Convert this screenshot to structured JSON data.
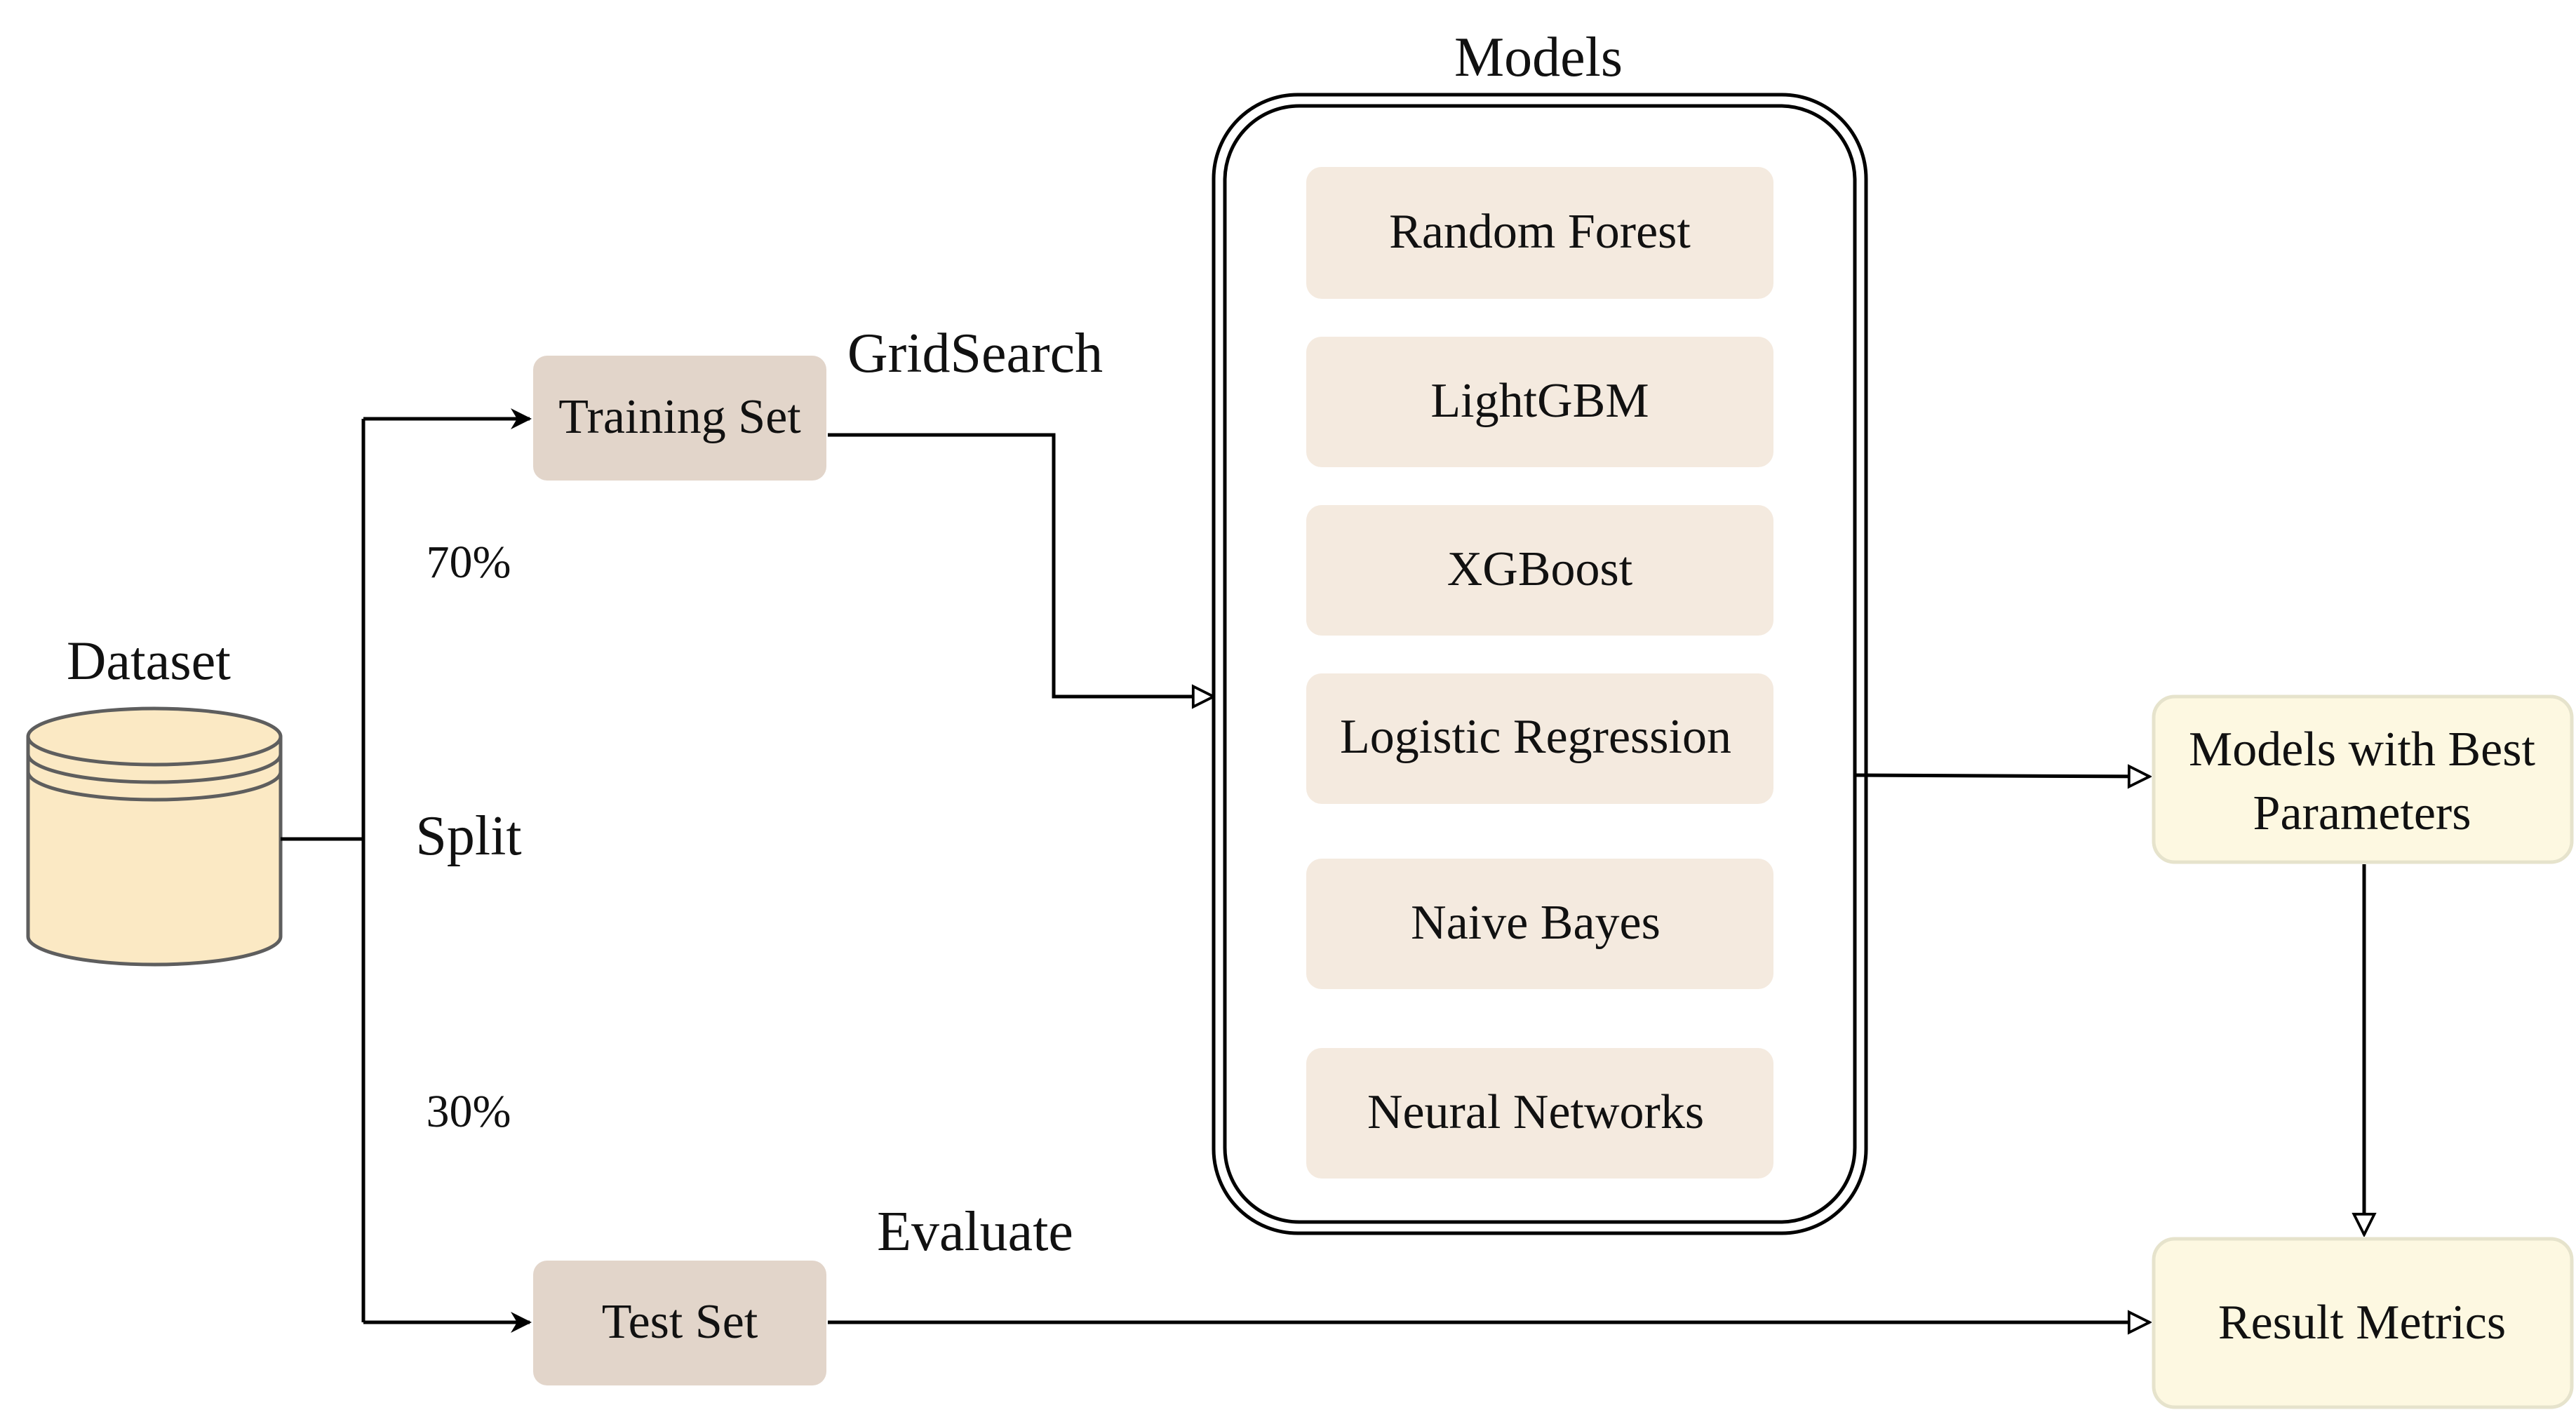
{
  "labels": {
    "dataset": "Dataset",
    "split": "Split",
    "pct_train": "70%",
    "pct_test": "30%",
    "gridsearch": "GridSearch",
    "evaluate": "Evaluate",
    "models_title": "Models"
  },
  "nodes": {
    "training_set": "Training Set",
    "test_set": "Test Set",
    "best_params_line1": "Models with Best",
    "best_params_line2": "Parameters",
    "result_metrics": "Result Metrics"
  },
  "models": [
    "Random Forest",
    "LightGBM",
    "XGBoost",
    "Logistic Regression",
    "Naive Bayes",
    "Neural Networks"
  ],
  "colors": {
    "split_box": "#e2d5ca",
    "model_box": "#f4eadf",
    "output_box": "#fdf8e1",
    "output_border": "#e6e3cc",
    "database_fill": "#fbe9c4",
    "database_stroke": "#5e5e5e",
    "line": "#000000"
  }
}
